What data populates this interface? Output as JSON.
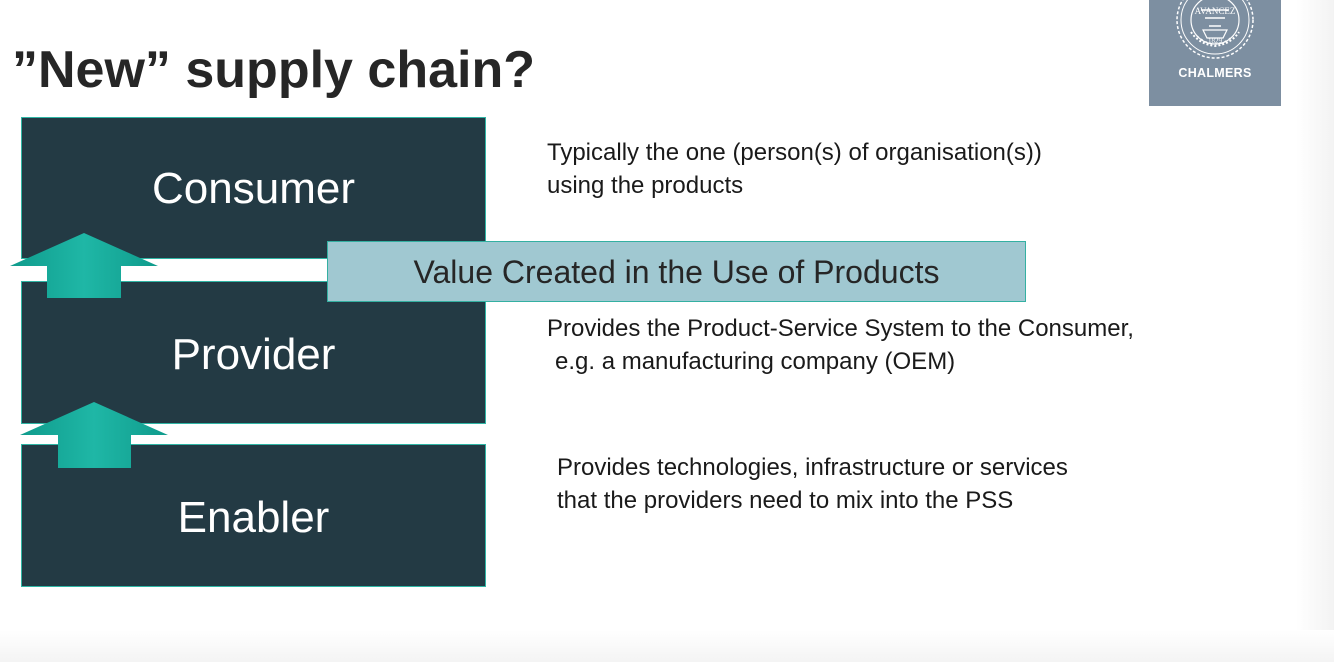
{
  "slide": {
    "title": "”New” supply chain?"
  },
  "logo": {
    "seal_motto": "AVANCEZ",
    "seal_year": "1829",
    "name": "CHALMERS",
    "background_color": "#7d8fa1"
  },
  "diagram": {
    "levels": [
      {
        "label": "Consumer",
        "description": [
          "Typically the one (person(s) of organisation(s))",
          "using the products"
        ]
      },
      {
        "label": "Provider",
        "description": [
          "Provides the Product-Service System to the Consumer,",
          "e.g. a manufacturing company (OEM)"
        ]
      },
      {
        "label": "Enabler",
        "description": [
          "Provides technologies, infrastructure or services",
          "that the providers need to mix into the PSS"
        ]
      }
    ],
    "value_band": "Value Created in the Use of Products",
    "colors": {
      "box_fill": "#233a44",
      "box_border": "#2fb5a5",
      "arrow": "#14a896",
      "band_fill": "#a0c8d1"
    },
    "icons": [
      "up-arrow-icon",
      "up-arrow-icon"
    ]
  }
}
